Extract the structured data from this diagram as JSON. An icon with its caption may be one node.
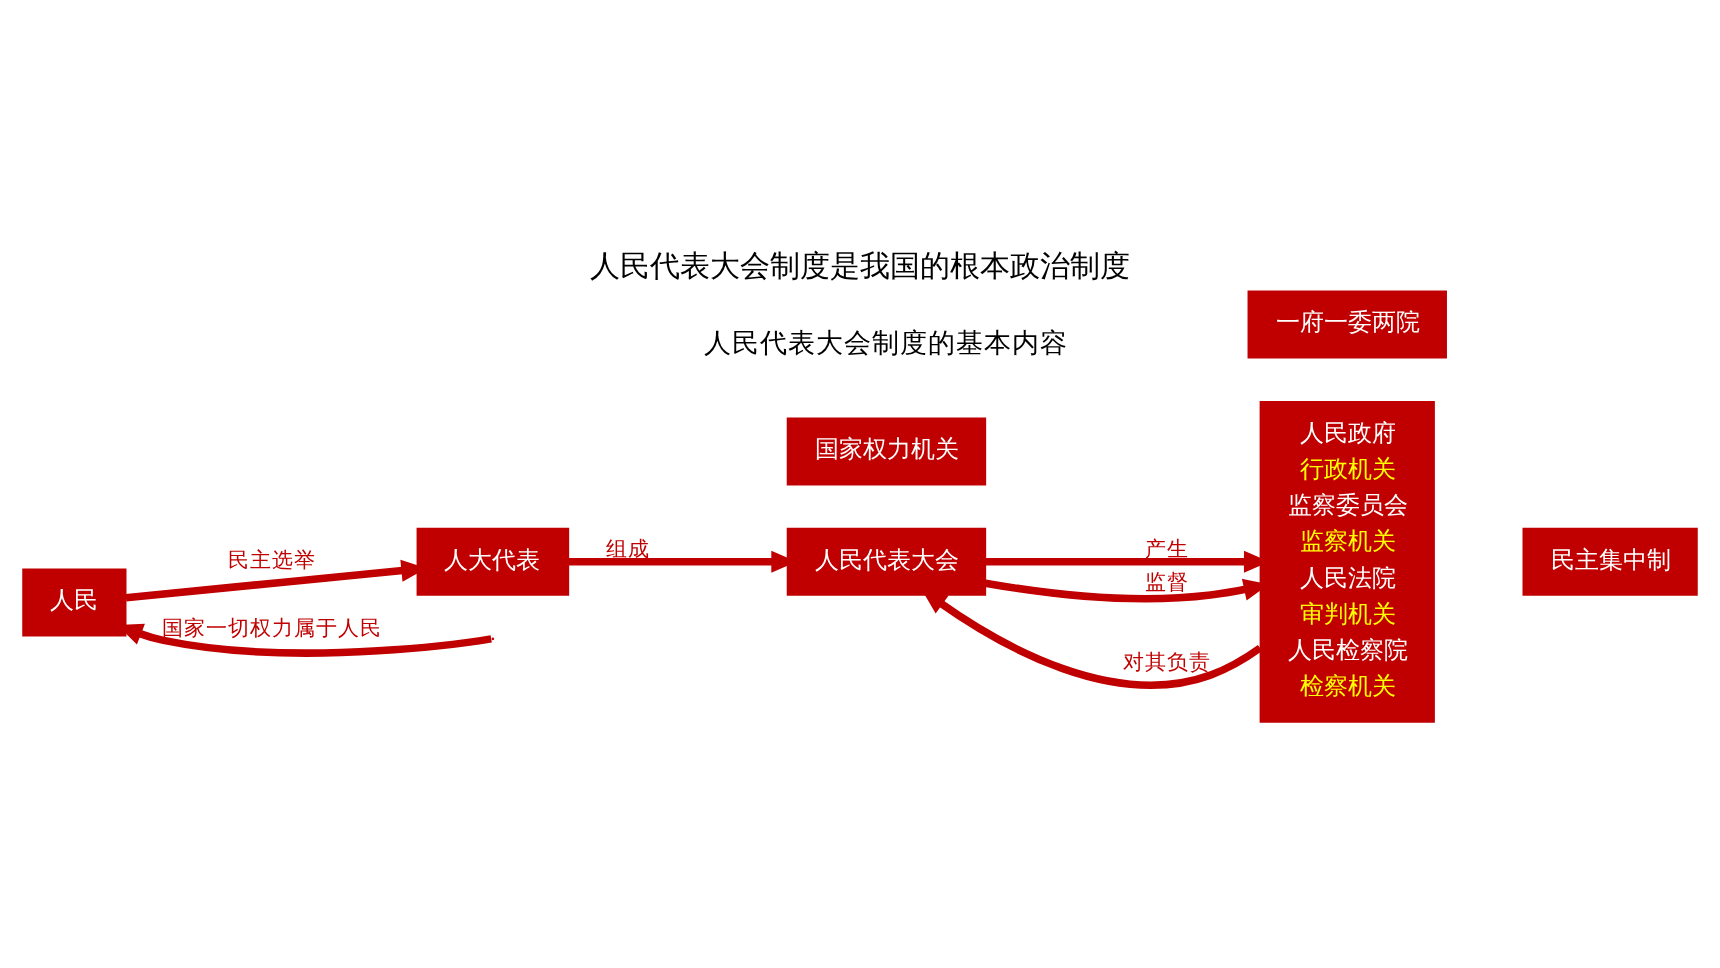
{
  "diagram": {
    "title": "人民代表大会制度是我国的根本政治制度",
    "caption": "人民代表大会制度的基本内容",
    "nodes": [
      {
        "text": [
          "人民"
        ]
      },
      {
        "text": [
          "人大代表"
        ]
      },
      {
        "text": [
          "人民代表大会"
        ]
      },
      {
        "text": [
          "人民政府",
          "行政机关",
          "监察委员会",
          "监察机关",
          "人民法院",
          "审判机关",
          "人民检察院",
          "检察机关"
        ]
      },
      {
        "text": [
          "一府一委两院"
        ]
      },
      {
        "text": [
          "国家权力机关"
        ]
      },
      {
        "text": [
          "民主集中制"
        ]
      }
    ],
    "edges": [
      {
        "from": null,
        "to": 0,
        "arrow": "to",
        "label": "国家一切权力属于人民"
      },
      {
        "from": 0,
        "to": 1,
        "arrow": "to",
        "label": "民主选举"
      },
      {
        "from": 1,
        "to": 2,
        "arrow": "to",
        "label": "组成"
      },
      {
        "from": 2,
        "to": 3,
        "arrow": "to",
        "label": "产生"
      },
      {
        "from": 3,
        "to": 2,
        "arrow": "to",
        "label": "对其负责"
      },
      {
        "from": 2,
        "to": 3,
        "arrow": "to",
        "label": "监督"
      }
    ]
  }
}
